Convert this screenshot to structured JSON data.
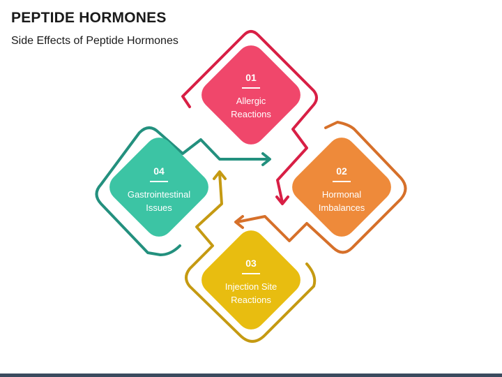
{
  "title": "PEPTIDE HORMONES",
  "subtitle": "Side Effects of Peptide Hormones",
  "steps": [
    {
      "number": "01",
      "line1": "Allergic",
      "line2": "Reactions",
      "color": "#f0476b",
      "ring": "#d81f45"
    },
    {
      "number": "02",
      "line1": "Hormonal",
      "line2": "Imbalances",
      "color": "#ee8a3a",
      "ring": "#d6702a"
    },
    {
      "number": "03",
      "line1": "Injection Site",
      "line2": "Reactions",
      "color": "#e8bd10",
      "ring": "#c59a12"
    },
    {
      "number": "04",
      "line1": "Gastrointestinal",
      "line2": "Issues",
      "color": "#3cc4a4",
      "ring": "#23907e"
    }
  ]
}
